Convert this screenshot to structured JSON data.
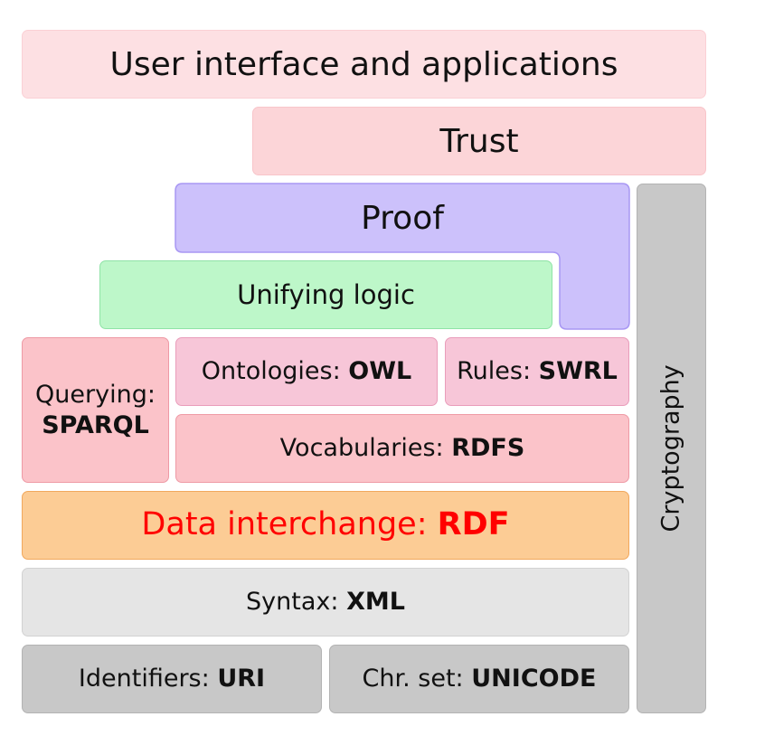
{
  "layers": {
    "user_interface": "User interface and applications",
    "trust": "Trust",
    "proof": "Proof",
    "unifying_logic": "Unifying logic",
    "querying": {
      "label": "Querying:",
      "tech": "SPARQL"
    },
    "ontologies": {
      "label": "Ontologies:",
      "tech": "OWL"
    },
    "rules": {
      "label": "Rules:",
      "tech": "SWRL"
    },
    "vocabularies": {
      "label": "Vocabularies:",
      "tech": "RDFS"
    },
    "data_interchange": {
      "label": "Data interchange:",
      "tech": "RDF"
    },
    "syntax": {
      "label": "Syntax:",
      "tech": "XML"
    },
    "identifiers": {
      "label": "Identifiers:",
      "tech": "URI"
    },
    "charset": {
      "label": "Chr. set:",
      "tech": "UNICODE"
    },
    "cryptography": "Cryptography"
  },
  "colors": {
    "user_interface": "#fde0e3",
    "trust": "#fcd5d8",
    "proof": "#ccc1fb",
    "unifying_logic": "#bdf7c9",
    "querying": "#fbc3c9",
    "ontologies": "#f7c6d8",
    "rules": "#f7c6d8",
    "vocabularies": "#fbc3c9",
    "data_interchange": "#fccc95",
    "data_interchange_text": "#ff0000",
    "syntax": "#e5e5e5",
    "identifiers": "#c8c8c8",
    "charset": "#c8c8c8",
    "cryptography": "#c8c8c8"
  }
}
